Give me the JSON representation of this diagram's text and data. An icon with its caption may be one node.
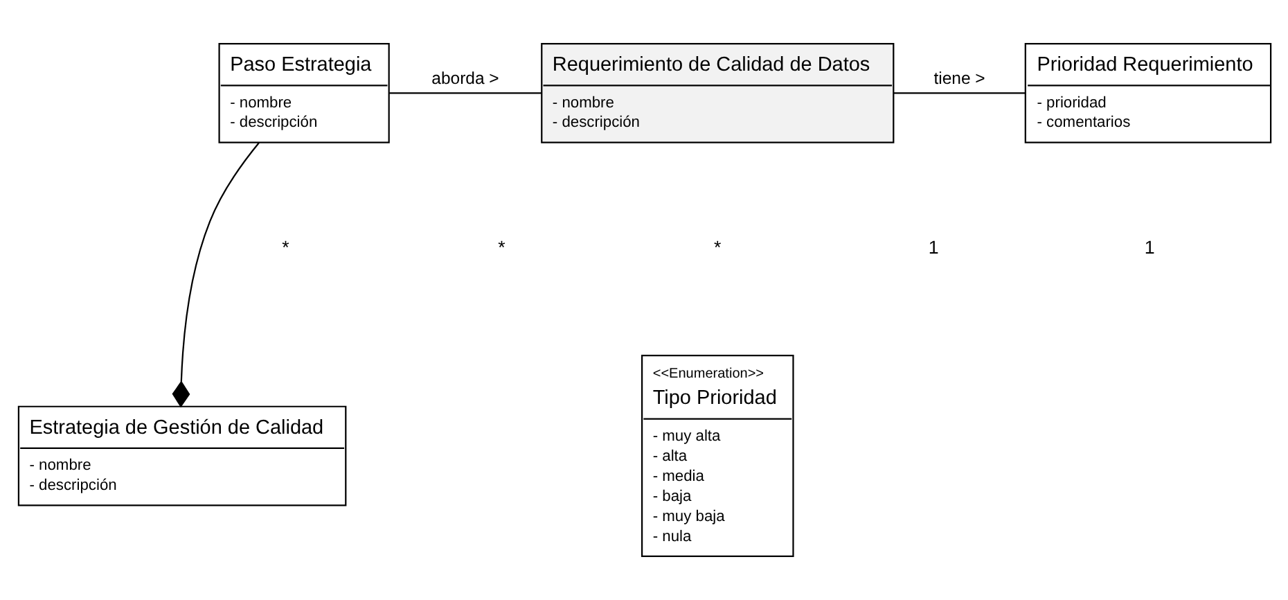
{
  "diagram": {
    "nodes": [
      {
        "text": [
          "Paso Estrategia",
          "- nombre",
          "- descripción"
        ]
      },
      {
        "text": [
          "Requerimiento de Calidad de Datos",
          "- nombre",
          "- descripción"
        ]
      },
      {
        "text": [
          "Prioridad Requerimiento",
          "- prioridad",
          "- comentarios"
        ]
      },
      {
        "text": [
          "Estrategia de Gestión de Calidad",
          "- nombre",
          "- descripción"
        ]
      },
      {
        "text": [
          "<<Enumeration>>",
          "Tipo Prioridad",
          "- muy alta",
          "- alta",
          "- media",
          "- baja",
          "- muy baja",
          "- nula"
        ]
      }
    ],
    "edges": [
      {
        "from": 0,
        "to": 1,
        "arrow": "none",
        "label": "aborda >"
      },
      {
        "from": 1,
        "to": 2,
        "arrow": "none",
        "label": "tiene >"
      },
      {
        "from": 0,
        "to": 3,
        "arrow": "other"
      }
    ],
    "labels": [
      "*",
      "*",
      "1",
      "1",
      "*"
    ]
  }
}
